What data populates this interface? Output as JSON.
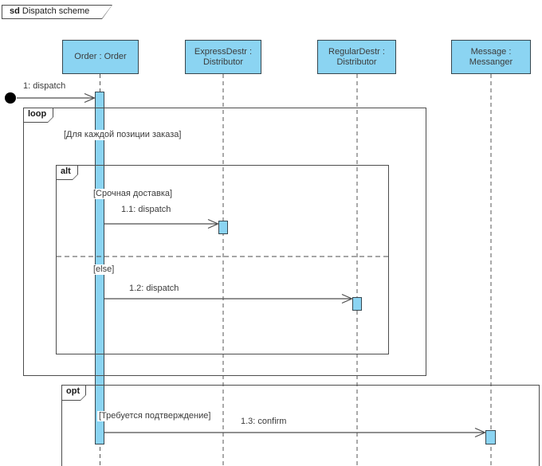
{
  "diagram": {
    "title": {
      "keyword": "sd",
      "name": " Dispatch scheme"
    },
    "colors": {
      "shape_fill": "#8bd4f2",
      "shape_border": "#37474f",
      "line_color": "#4d4d4d",
      "text_color": "#3b3b3b"
    },
    "lifelines": [
      {
        "label": "Order : Order"
      },
      {
        "label": "ExpressDestr : Distributor"
      },
      {
        "label": "RegularDestr : Distributor"
      },
      {
        "label": "Message : Messanger"
      }
    ],
    "messages": [
      {
        "label": "1: dispatch"
      },
      {
        "label": "1.1: dispatch"
      },
      {
        "label": "1.2: dispatch"
      },
      {
        "label": "1.3: confirm"
      }
    ],
    "fragments": [
      {
        "operator": "loop",
        "guard": "[Для каждой позиции заказа]"
      },
      {
        "operator": "alt",
        "guard": "[Срочная доставка]",
        "else_label": "[else]"
      },
      {
        "operator": "opt",
        "guard": "[Требуется подтверждение]"
      }
    ]
  }
}
